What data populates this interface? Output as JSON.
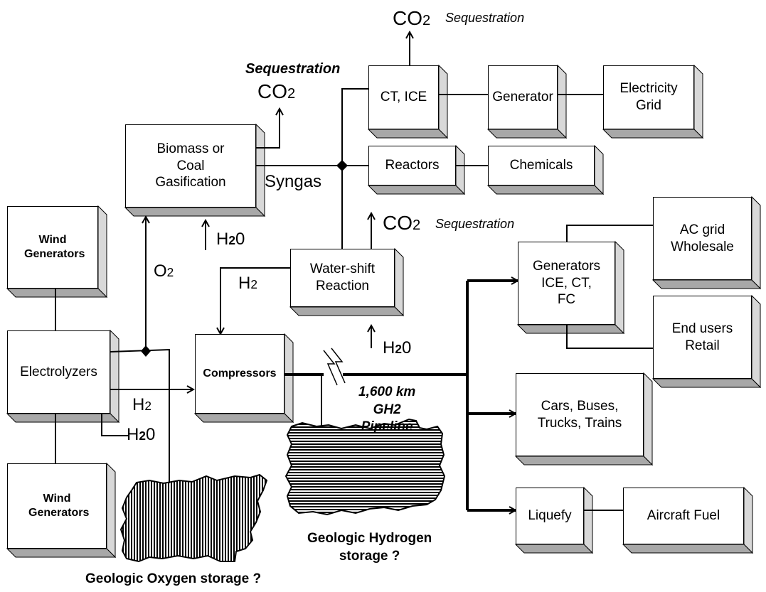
{
  "boxes": {
    "wind_top": "Wind Generators",
    "wind_bottom": "Wind Generators",
    "electrolyzers": "Electrolyzers",
    "biomass_line1": "Biomass or",
    "biomass_line2": "Coal",
    "biomass_line3": "Gasification",
    "compressors": "Compressors",
    "water_shift_line1": "Water-shift",
    "water_shift_line2": "Reaction",
    "ct_ice": "CT, ICE",
    "generator": "Generator",
    "electricity_grid_line1": "Electricity",
    "electricity_grid_line2": "Grid",
    "reactors": "Reactors",
    "chemicals": "Chemicals",
    "generators_multi_line1": "Generators",
    "generators_multi_line2": "ICE, CT,",
    "generators_multi_line3": "FC",
    "ac_grid_line1": "AC grid",
    "ac_grid_line2": "Wholesale",
    "end_users_line1": "End users",
    "end_users_line2": "Retail",
    "vehicles_line1": "Cars, Buses,",
    "vehicles_line2": "Trucks, Trains",
    "liquefy": "Liquefy",
    "aircraft_fuel": "Aircraft Fuel"
  },
  "labels": {
    "co2_top_main": "CO",
    "co2_top_sub": "2",
    "co2_top_note": "Sequestration",
    "seq_left_note": "Sequestration",
    "co2_left_main": "CO",
    "co2_left_sub": "2",
    "syngas": "Syngas",
    "h2o_biomass_main": "H",
    "h2o_biomass_sub": "2",
    "h2o_biomass_end": "0",
    "co2_mid_main": "CO",
    "co2_mid_sub": "2",
    "co2_mid_note": "Sequestration",
    "o2_main": "O",
    "o2_sub": "2",
    "h2_upper_main": "H",
    "h2_upper_sub": "2",
    "h2o_shift_main": "H",
    "h2o_shift_sub": "2",
    "h2o_shift_end": "0",
    "h2_lower_main": "H",
    "h2_lower_sub": "2",
    "h2o_elec_main": "H",
    "h2o_elec_sub": "2",
    "h2o_elec_end": "0",
    "pipeline_line1": "1,600 km",
    "pipeline_line2": "GH2",
    "pipeline_line3": "Pipeline",
    "oxygen_storage": "Geologic Oxygen storage ?",
    "hydrogen_storage_line1": "Geologic Hydrogen",
    "hydrogen_storage_line2": "storage ?"
  }
}
